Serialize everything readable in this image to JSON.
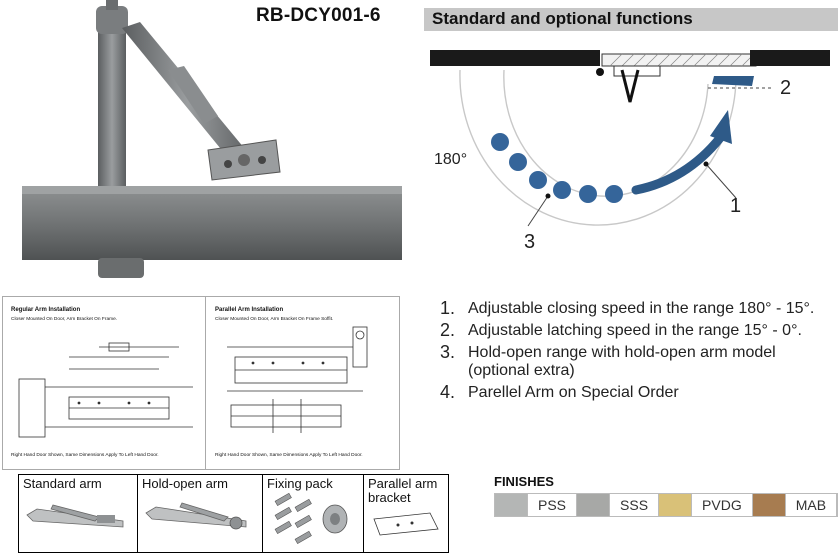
{
  "header": {
    "model_code": "RB-DCY001-6",
    "section_title": "Standard and optional functions"
  },
  "diagram": {
    "angle_label": "180°",
    "callouts": [
      "1",
      "2",
      "3"
    ]
  },
  "features": [
    {
      "num": "1.",
      "text": "Adjustable closing speed in the range 180° - 15°."
    },
    {
      "num": "2.",
      "text": "Adjustable latching speed in the range 15° - 0°."
    },
    {
      "num": "3.",
      "text": "Hold-open range with hold-open arm model (optional extra)"
    },
    {
      "num": "4.",
      "text": "Parellel Arm on Special Order"
    }
  ],
  "installation": {
    "regular": {
      "title": "Regular Arm Installation",
      "subtitle": "Closer Mounted On Door, Arm Bracket On Frame.",
      "footnote": "Right Hand Door Shown, Same Dimensions Apply To Left Hand Door."
    },
    "parallel": {
      "title": "Parallel Arm Installation",
      "subtitle": "Closer Mounted On Door, Arm Bracket On Frame Soffit.",
      "footnote": "Right Hand Door Shown, Same Dimensions Apply To Left Hand Door."
    }
  },
  "accessories": [
    {
      "label": "Standard arm"
    },
    {
      "label": "Hold-open arm"
    },
    {
      "label": "Fixing pack"
    },
    {
      "label": "Parallel arm bracket"
    }
  ],
  "finishes": {
    "title": "FINISHES",
    "items": [
      {
        "label": "PSS",
        "color": "#b4b6b5"
      },
      {
        "label": "SSS",
        "color": "#a7a8a6"
      },
      {
        "label": "PVDG",
        "color": "#d9c178"
      },
      {
        "label": "MAB",
        "color": "#a77c50"
      }
    ]
  },
  "colors": {
    "arrow_blue": "#2e5a88",
    "dot_blue": "#35659a",
    "closer_body": "#6f7273",
    "banner_gray": "#c7c7c7"
  }
}
